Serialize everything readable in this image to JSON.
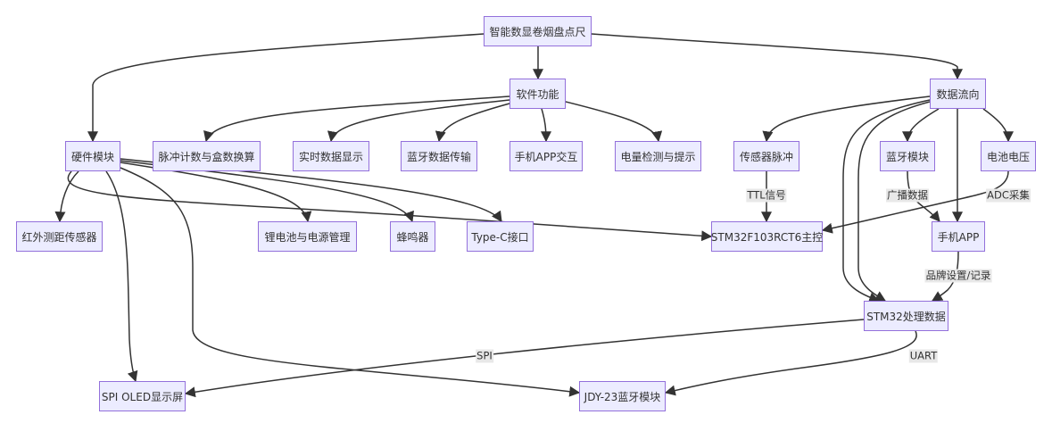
{
  "diagram": {
    "type": "flowchart",
    "nodes": {
      "root": "智能数显卷烟盘点尺",
      "software": "软件功能",
      "dataflow": "数据流向",
      "hardware": "硬件模块",
      "pulse_count": "脉冲计数与盒数换算",
      "realtime_display": "实时数据显示",
      "bt_transfer": "蓝牙数据传输",
      "app_interact": "手机APP交互",
      "battery_detect": "电量检测与提示",
      "sensor_pulse": "传感器脉冲",
      "bt_module": "蓝牙模块",
      "battery_voltage": "电池电压",
      "ir_sensor": "红外测距传感器",
      "li_battery": "锂电池与电源管理",
      "buzzer": "蜂鸣器",
      "typec": "Type-C接口",
      "mcu": "STM32F103RCT6主控",
      "phone_app": "手机APP",
      "stm32_process": "STM32处理数据",
      "oled": "SPI OLED显示屏",
      "jdy23": "JDY-23蓝牙模块"
    },
    "edges": [
      {
        "from": "root",
        "to": "hardware",
        "label": ""
      },
      {
        "from": "root",
        "to": "software",
        "label": ""
      },
      {
        "from": "root",
        "to": "dataflow",
        "label": ""
      },
      {
        "from": "software",
        "to": "pulse_count",
        "label": ""
      },
      {
        "from": "software",
        "to": "realtime_display",
        "label": ""
      },
      {
        "from": "software",
        "to": "bt_transfer",
        "label": ""
      },
      {
        "from": "software",
        "to": "app_interact",
        "label": ""
      },
      {
        "from": "software",
        "to": "battery_detect",
        "label": ""
      },
      {
        "from": "hardware",
        "to": "ir_sensor",
        "label": ""
      },
      {
        "from": "hardware",
        "to": "mcu",
        "label": ""
      },
      {
        "from": "hardware",
        "to": "li_battery",
        "label": ""
      },
      {
        "from": "hardware",
        "to": "buzzer",
        "label": ""
      },
      {
        "from": "hardware",
        "to": "typec",
        "label": ""
      },
      {
        "from": "hardware",
        "to": "oled",
        "label": ""
      },
      {
        "from": "hardware",
        "to": "jdy23",
        "label": ""
      },
      {
        "from": "dataflow",
        "to": "sensor_pulse",
        "label": ""
      },
      {
        "from": "dataflow",
        "to": "stm32_process",
        "label": ""
      },
      {
        "from": "dataflow",
        "to": "stm32_process",
        "label": ""
      },
      {
        "from": "dataflow",
        "to": "bt_module",
        "label": ""
      },
      {
        "from": "dataflow",
        "to": "phone_app",
        "label": ""
      },
      {
        "from": "dataflow",
        "to": "battery_voltage",
        "label": ""
      },
      {
        "from": "sensor_pulse",
        "to": "mcu",
        "label": "TTL信号"
      },
      {
        "from": "bt_module",
        "to": "phone_app",
        "label": "广播数据"
      },
      {
        "from": "battery_voltage",
        "to": "mcu",
        "label": "ADC采集"
      },
      {
        "from": "phone_app",
        "to": "stm32_process",
        "label": "品牌设置/记录"
      },
      {
        "from": "stm32_process",
        "to": "oled",
        "label": "SPI"
      },
      {
        "from": "stm32_process",
        "to": "jdy23",
        "label": "UART"
      }
    ]
  }
}
